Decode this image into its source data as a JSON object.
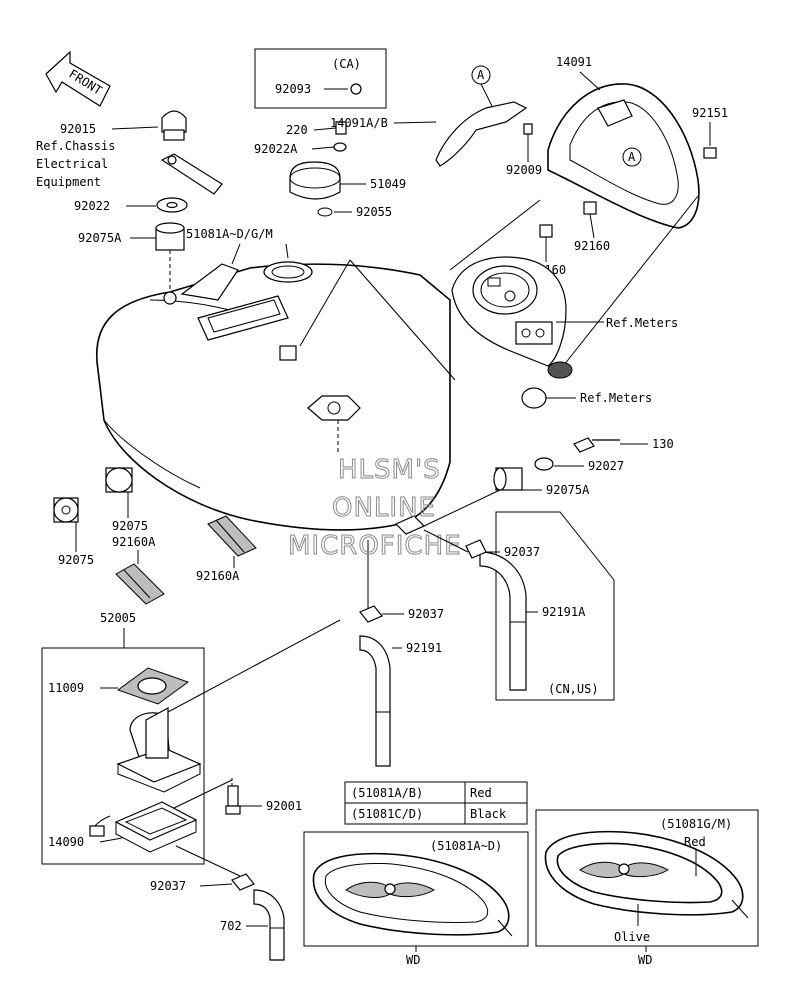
{
  "front_label": "FRONT",
  "ca_box": {
    "tag": "(CA)",
    "part": "92093"
  },
  "cn_us_tag": "(CN,US)",
  "ref_chassis": [
    "Ref.Chassis",
    "Electrical",
    "Equipment"
  ],
  "ref_meters": "Ref.Meters",
  "ref_meters_2": "Ref.Meters",
  "circle_marker": "A",
  "parts": {
    "p14091": "14091",
    "p92151": "92151",
    "p14091ab": "14091A/B",
    "p92009": "92009",
    "p92160a": "92160",
    "p92160b": "92160",
    "p92015": "92015",
    "p220": "220",
    "p92022a": "92022A",
    "p51049": "51049",
    "p92022": "92022",
    "p92055": "92055",
    "p92075a_top": "92075A",
    "p51081": "51081A~D/G/M",
    "p130": "130",
    "p92027": "92027",
    "p92075a_right": "92075A",
    "p92075_left": "92075",
    "p92075_mid": "92075",
    "p92160a_left": "92160A",
    "p92160a_right": "92160A",
    "p92037_right": "92037",
    "p52005": "52005",
    "p92191a": "92191A",
    "p92037_mid": "92037",
    "p11009": "11009",
    "p92191": "92191",
    "p92001": "92001",
    "p14090": "14090",
    "p92037_bottom": "92037",
    "p702": "702"
  },
  "color_table": [
    {
      "code": "(51081A/B)",
      "color": "Red"
    },
    {
      "code": "(51081C/D)",
      "color": "Black"
    }
  ],
  "tank_panel_left": {
    "tag": "(51081A~D)",
    "caption": "WD"
  },
  "tank_panel_right": {
    "tag": "(51081G/M)",
    "color_top": "Red",
    "color_bottom": "Olive",
    "caption": "WD"
  },
  "watermark": [
    "HLSM'S",
    "ONLINE",
    "MICROFICHE"
  ],
  "colors": {
    "line": "#000000",
    "watermark": "#8a8a8a"
  }
}
